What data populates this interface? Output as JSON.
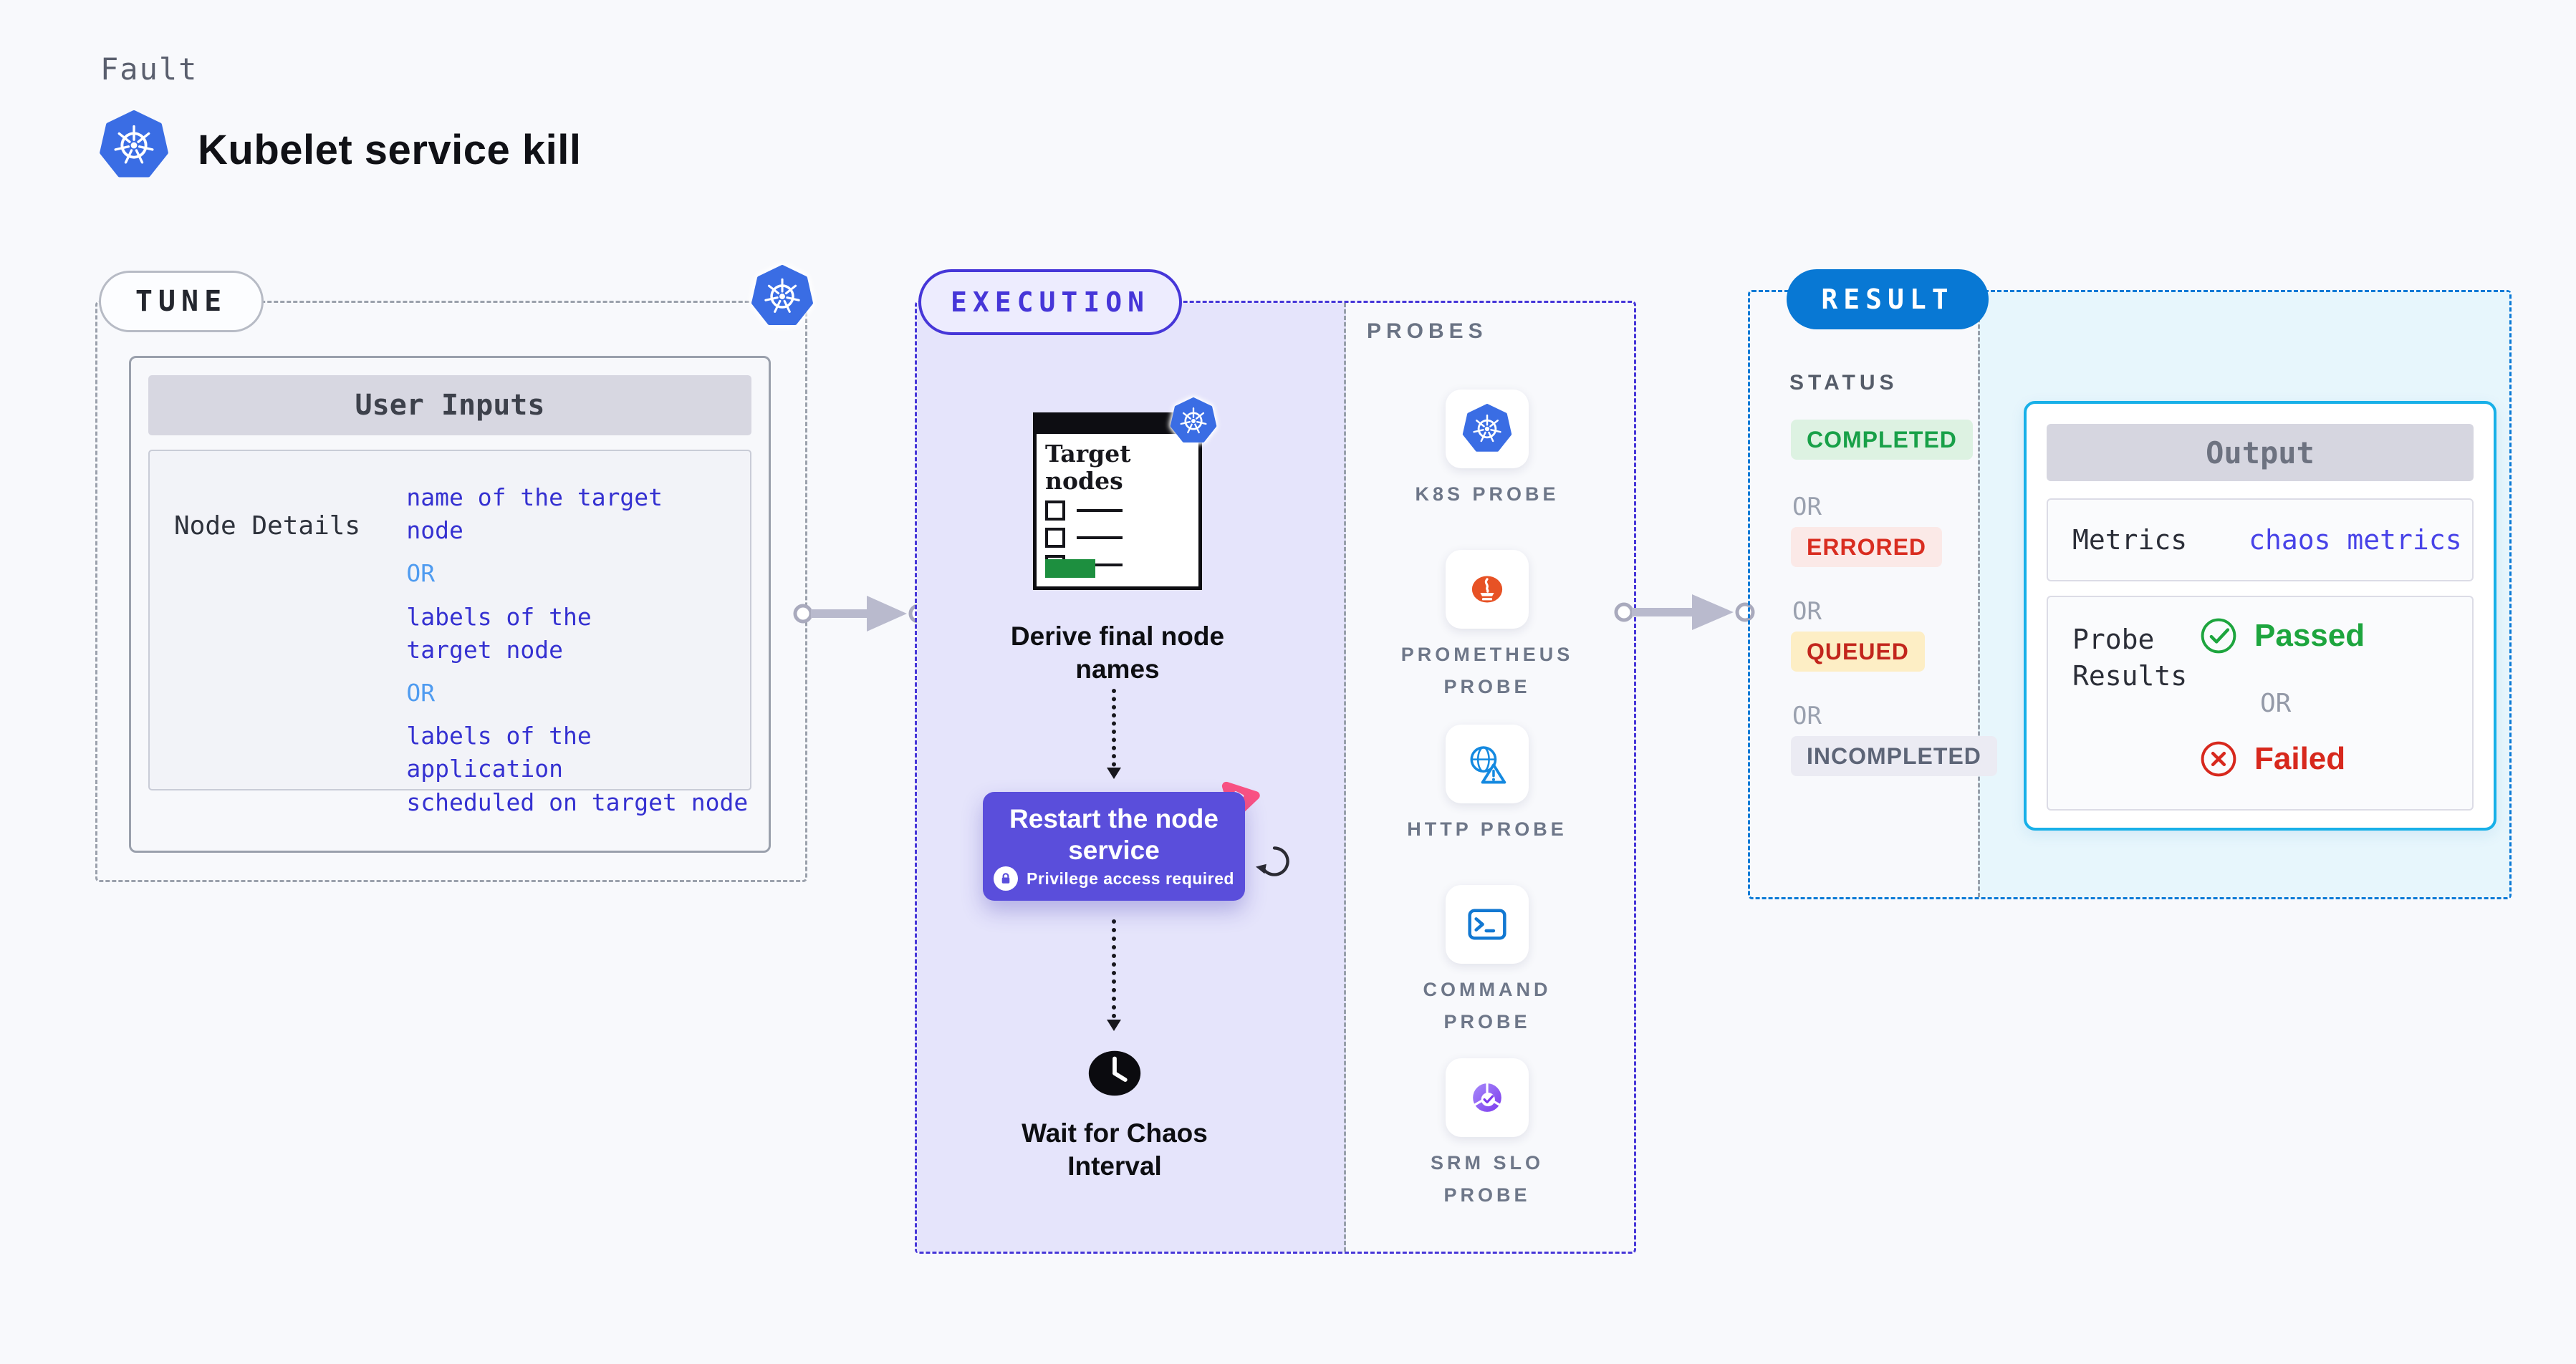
{
  "header": {
    "eyebrow": "Fault",
    "title": "Kubelet service kill",
    "logo_icon": "kubernetes-icon"
  },
  "tune": {
    "badge": "TUNE",
    "corner_icon": "kubernetes-icon",
    "user_inputs": {
      "title": "User Inputs",
      "row_label": "Node Details",
      "option_1": "name of the target\nnode",
      "or_1": "OR",
      "option_2": "labels of the\ntarget node",
      "or_2": "OR",
      "option_3": "labels of the application\n scheduled on target node"
    }
  },
  "execution": {
    "badge": "EXECUTION",
    "target_window": {
      "title": "Target\nnodes",
      "icon": "kubernetes-icon"
    },
    "step_derive": "Derive final node\nnames",
    "restart_card": {
      "title": "Restart the node\nservice",
      "note": "Privilege access required",
      "lock_icon": "lock-icon",
      "corner_icon": "litmus-chaos-icon",
      "loop_icon": "refresh-icon"
    },
    "wait_step": {
      "icon": "clock-icon",
      "label": "Wait for Chaos\nInterval"
    }
  },
  "probes": {
    "title": "PROBES",
    "items": [
      {
        "label": "K8S PROBE",
        "icon": "kubernetes-icon"
      },
      {
        "label": "PROMETHEUS\nPROBE",
        "icon": "prometheus-icon"
      },
      {
        "label": "HTTP PROBE",
        "icon": "globe-alert-icon"
      },
      {
        "label": "COMMAND\nPROBE",
        "icon": "terminal-icon"
      },
      {
        "label": "SRM SLO\nPROBE",
        "icon": "slo-donut-icon"
      }
    ]
  },
  "result": {
    "badge": "RESULT",
    "status": {
      "title": "STATUS",
      "separator": "OR",
      "items": [
        {
          "label": "COMPLETED",
          "fg": "#18a048",
          "bg": "#ddf2e2"
        },
        {
          "label": "ERRORED",
          "fg": "#d92d20",
          "bg": "#fbe9e7"
        },
        {
          "label": "QUEUED",
          "fg": "#c2251c",
          "bg": "#fdeec5"
        },
        {
          "label": "INCOMPLETED",
          "fg": "#5d6577",
          "bg": "#ebebf3"
        }
      ]
    },
    "output": {
      "title": "Output",
      "metrics_label": "Metrics",
      "metrics_value": "chaos metrics",
      "probe_results_label": "Probe\nResults",
      "passed": "Passed",
      "or": "OR",
      "failed": "Failed",
      "passed_icon": "check-circle-icon",
      "failed_icon": "x-circle-icon"
    }
  },
  "colors": {
    "background": "#f8f9fc",
    "kubernetes_blue": "#3a6de4",
    "execution_fill": "#e5e4fb",
    "execution_border": "#4636d8",
    "result_border": "#0b7ad6",
    "result_fill": "#e7f6fc",
    "restart_card": "#5a4edb",
    "output_border": "#18b0e8",
    "value_text": "#3531d1",
    "or_text": "#4f9bf0",
    "passed_green": "#1da53e",
    "failed_red": "#d7281d",
    "prometheus_orange": "#e75225",
    "litmus_pink": "#fb5283"
  }
}
